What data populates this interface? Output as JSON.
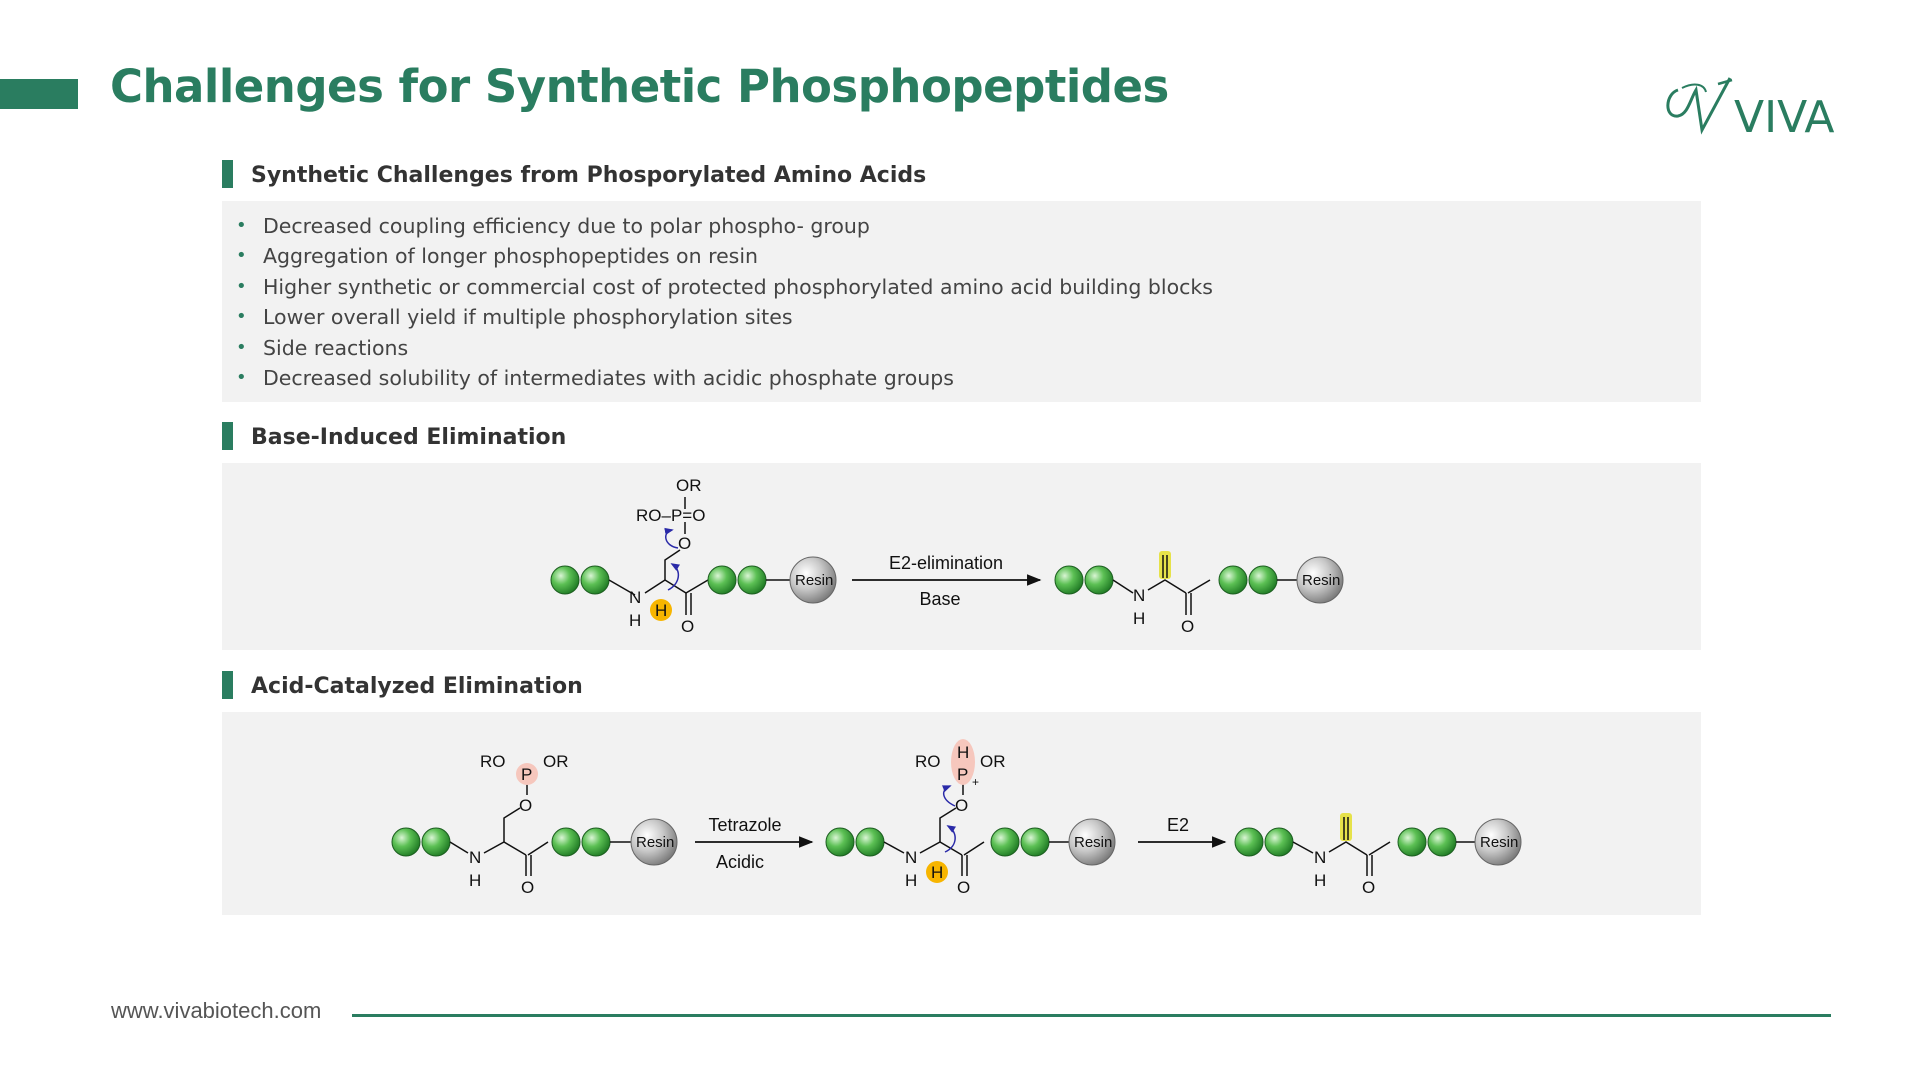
{
  "header": {
    "title": "Challenges for Synthetic Phosphopeptides",
    "logo_text": "VIVA"
  },
  "sections": [
    {
      "heading": "Synthetic Challenges from Phosporylated Amino Acids",
      "bullets": [
        "Decreased coupling efficiency due to polar phospho- group",
        "Aggregation of longer phosphopeptides on resin",
        "Higher synthetic or commercial cost of protected phosphorylated amino acid building blocks",
        "Lower overall yield if multiple phosphorylation sites",
        "Side reactions",
        "Decreased solubility of intermediates with acidic phosphate groups"
      ]
    },
    {
      "heading": "Base-Induced Elimination",
      "scheme": {
        "reagent_top": "E2-elimination",
        "reagent_bottom": "Base",
        "resin": "Resin",
        "atoms": {
          "or": "OR",
          "ro_p_o": "RO–P=O",
          "o": "O",
          "n": "N",
          "h": "H"
        }
      }
    },
    {
      "heading": "Acid-Catalyzed Elimination",
      "scheme": {
        "reagent1_top": "Tetrazole",
        "reagent1_bottom": "Acidic",
        "reagent2": "E2",
        "resin": "Resin",
        "atoms": {
          "ro": "RO",
          "or": "OR",
          "p": "P",
          "o": "O",
          "n": "N",
          "h": "H",
          "plus": "+"
        }
      }
    }
  ],
  "footer": {
    "url": "www.vivabiotech.com"
  },
  "colors": {
    "accent": "#2a7d60",
    "panel": "#f2f2f2",
    "bead_green": "#3fae3f",
    "h_highlight": "#f7b500",
    "p_highlight": "#f6c7bd",
    "alkene_highlight": "#e6e24a",
    "arrow_blue": "#2a2aa8"
  }
}
